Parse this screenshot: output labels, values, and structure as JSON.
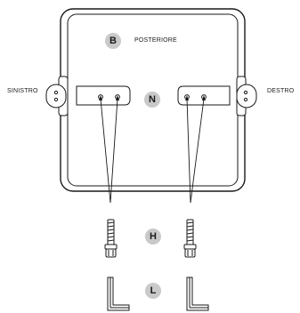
{
  "badges": {
    "back": "B",
    "bracket": "N",
    "screw": "H",
    "wrench": "L"
  },
  "labels": {
    "back": "POSTERIORE",
    "left": "SINISTRO",
    "right": "DESTRO"
  },
  "colors": {
    "line": "#1a1a1a",
    "badge_fill": "#c9c9c9",
    "background": "#ffffff"
  }
}
